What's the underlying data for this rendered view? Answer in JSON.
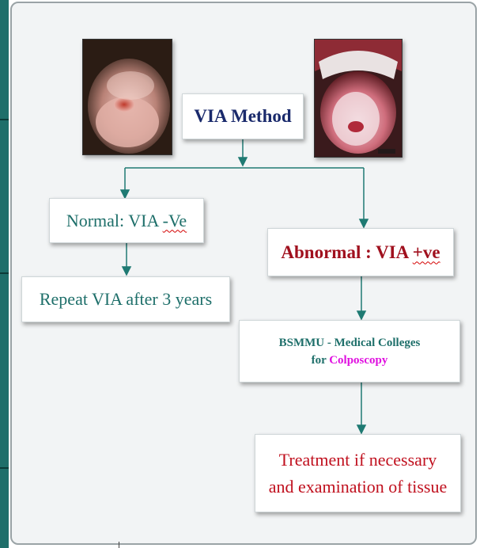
{
  "diagram": {
    "root": {
      "label": "VIA Method",
      "color": "#1a2a6c"
    },
    "normal": {
      "prefix": "Normal: VIA ",
      "suffix": "-Ve",
      "color": "#1e6f6a"
    },
    "repeat": {
      "label": "Repeat VIA after 3 years",
      "color": "#1e6f6a"
    },
    "abnormal": {
      "prefix": "Abnormal : VIA ",
      "suffix": "+ve",
      "color": "#a0101e"
    },
    "referral": {
      "line1": "BSMMU - Medical Colleges",
      "line2_prefix": "for ",
      "line2_highlight": "Colposcopy",
      "color": "#1e6f6a",
      "highlight_color": "#e010e0"
    },
    "treatment": {
      "line1": "Treatment if necessary",
      "line2": "and examination of tissue",
      "color": "#c0101e"
    },
    "arrow_color": "#1f7a73"
  },
  "images": {
    "left_photo": "cervix-photo-normal",
    "right_photo": "cervix-photo-abnormal"
  }
}
